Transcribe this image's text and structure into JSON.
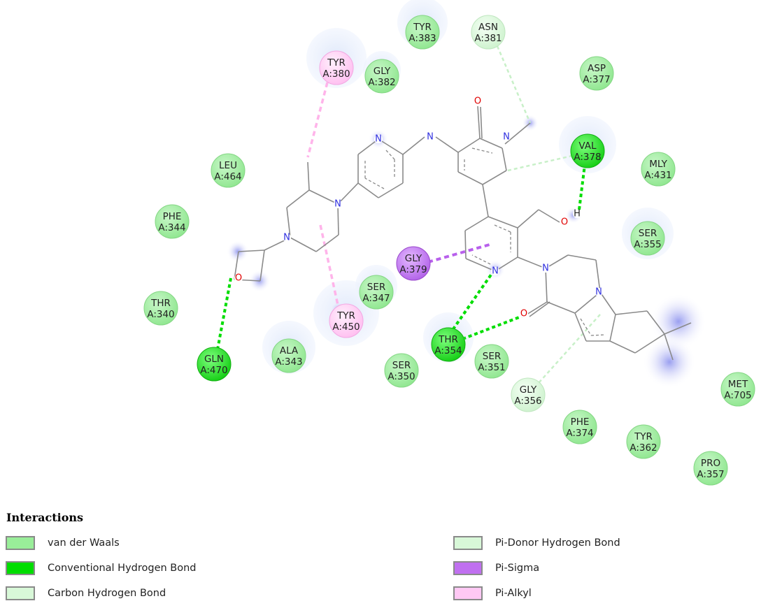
{
  "colors": {
    "van_der_waals": "#99ee99",
    "conventional_hbond": "#00dd00",
    "carbon_hbond": "#d8f8d8",
    "pi_donor_hbond": "#d8f8d8",
    "pi_sigma": "#c070f0",
    "pi_alkyl": "#ffc8f4",
    "bond": "#8a8a8a",
    "nitrogen": "#3030e0",
    "oxygen": "#e00000",
    "halo": "#e4ecfa"
  },
  "residues": [
    {
      "name": "TYR",
      "id": "A:383",
      "type": "van_der_waals"
    },
    {
      "name": "ASN",
      "id": "A:381",
      "type": "carbon_hbond"
    },
    {
      "name": "TYR",
      "id": "A:380",
      "type": "pi_alkyl"
    },
    {
      "name": "GLY",
      "id": "A:382",
      "type": "van_der_waals"
    },
    {
      "name": "ASP",
      "id": "A:377",
      "type": "van_der_waals"
    },
    {
      "name": "VAL",
      "id": "A:378",
      "type": "conventional_hbond"
    },
    {
      "name": "MLY",
      "id": "A:431",
      "type": "van_der_waals"
    },
    {
      "name": "LEU",
      "id": "A:464",
      "type": "van_der_waals"
    },
    {
      "name": "PHE",
      "id": "A:344",
      "type": "van_der_waals"
    },
    {
      "name": "SER",
      "id": "A:355",
      "type": "van_der_waals"
    },
    {
      "name": "GLY",
      "id": "A:379",
      "type": "pi_sigma"
    },
    {
      "name": "THR",
      "id": "A:340",
      "type": "van_der_waals"
    },
    {
      "name": "SER",
      "id": "A:347",
      "type": "van_der_waals"
    },
    {
      "name": "TYR",
      "id": "A:450",
      "type": "pi_alkyl"
    },
    {
      "name": "THR",
      "id": "A:354",
      "type": "conventional_hbond"
    },
    {
      "name": "GLN",
      "id": "A:470",
      "type": "conventional_hbond"
    },
    {
      "name": "ALA",
      "id": "A:343",
      "type": "van_der_waals"
    },
    {
      "name": "SER",
      "id": "A:351",
      "type": "van_der_waals"
    },
    {
      "name": "SER",
      "id": "A:350",
      "type": "van_der_waals"
    },
    {
      "name": "GLY",
      "id": "A:356",
      "type": "carbon_hbond"
    },
    {
      "name": "MET",
      "id": "A:705",
      "type": "van_der_waals"
    },
    {
      "name": "PHE",
      "id": "A:374",
      "type": "van_der_waals"
    },
    {
      "name": "TYR",
      "id": "A:362",
      "type": "van_der_waals"
    },
    {
      "name": "PRO",
      "id": "A:357",
      "type": "van_der_waals"
    }
  ],
  "atoms": {
    "oxygen": "O",
    "nitrogen": "N",
    "hydrogen": "H"
  },
  "legend": {
    "title": "Interactions",
    "items": [
      {
        "label": "van der Waals",
        "color": "#99ee99"
      },
      {
        "label": "Conventional Hydrogen Bond",
        "color": "#00dd00"
      },
      {
        "label": "Carbon Hydrogen Bond",
        "color": "#d8f8d8"
      },
      {
        "label": "Pi-Donor Hydrogen Bond",
        "color": "#d8f8d8"
      },
      {
        "label": "Pi-Sigma",
        "color": "#c070f0"
      },
      {
        "label": "Pi-Alkyl",
        "color": "#ffc8f4"
      }
    ]
  }
}
